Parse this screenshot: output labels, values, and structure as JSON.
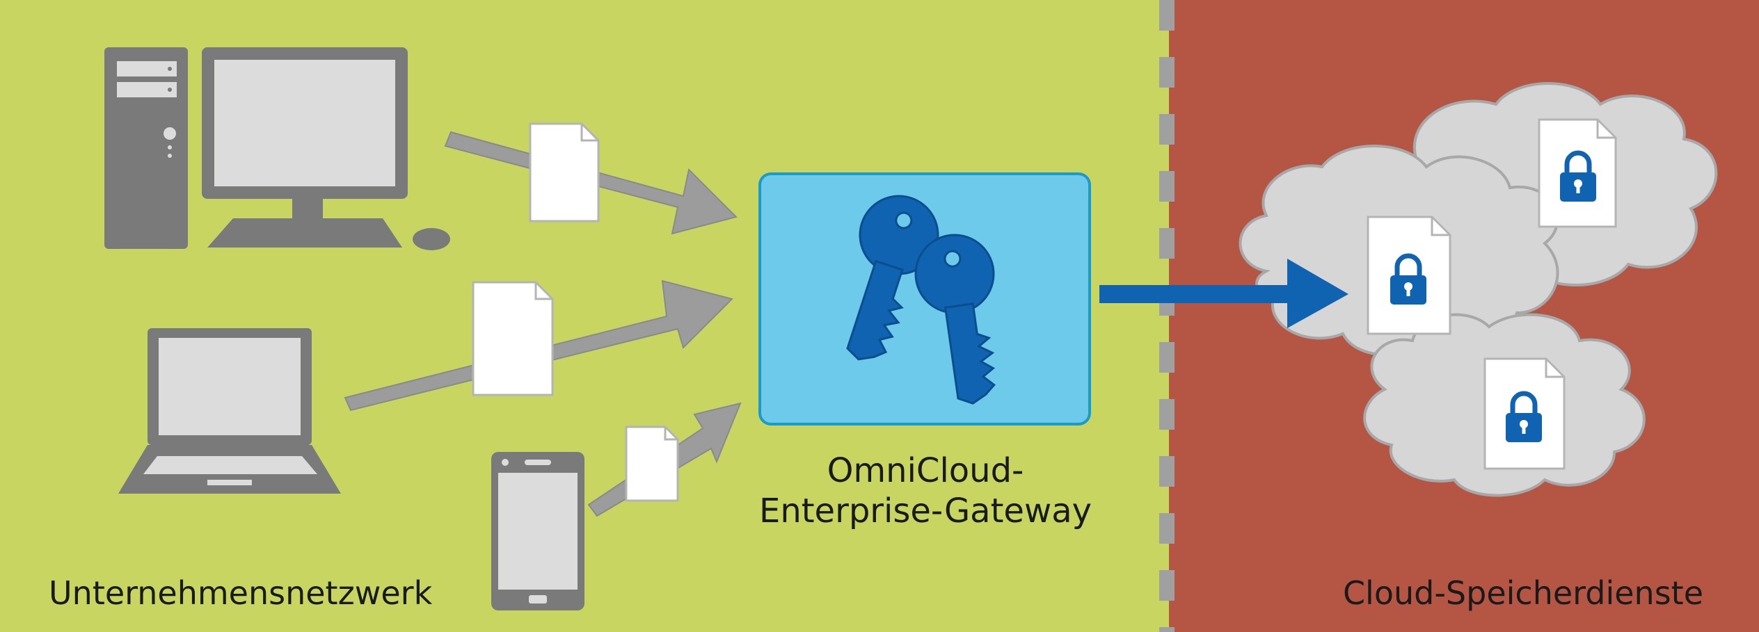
{
  "zones": {
    "left_label": "Unternehmensnetzwerk",
    "right_label": "Cloud-Speicherdienste"
  },
  "gateway": {
    "line1": "OmniCloud-",
    "line2": "Enterprise-Gateway"
  },
  "colors": {
    "left_bg": "#c8d661",
    "right_bg": "#b55543",
    "gateway_box": "#6ecaeb",
    "gateway_border": "#1c9bc9",
    "key_blue": "#0f63b0",
    "device_gray": "#7a7a7a",
    "screen_light": "#dcdcdc",
    "arrow_gray": "#9c9c9c",
    "cloud_fill": "#d6d6d6",
    "divider": "#a0a0a0"
  },
  "icons": [
    "desktop-computer-icon",
    "laptop-icon",
    "smartphone-icon",
    "document-icon",
    "keys-icon",
    "cloud-icon",
    "lock-icon"
  ]
}
